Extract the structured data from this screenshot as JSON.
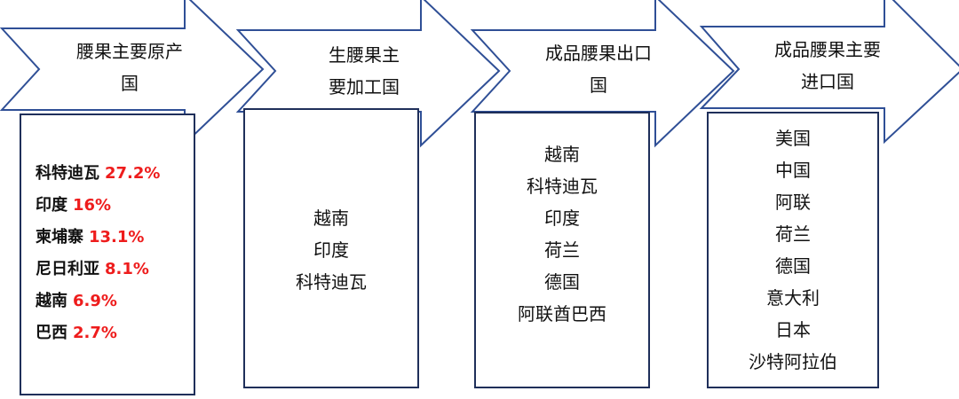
{
  "stages": [
    {
      "title": "腰果主要原产\n国"
    },
    {
      "title": "生腰果主\n要加工国"
    },
    {
      "title": "成品腰果出口\n国"
    },
    {
      "title": "成品腰果主要\n进口国"
    }
  ],
  "origin_countries": [
    {
      "name": "科特迪瓦",
      "share": "27.2%"
    },
    {
      "name": "印度",
      "share": "16%"
    },
    {
      "name": "柬埔寨",
      "share": "13.1%"
    },
    {
      "name": "尼日利亚",
      "share": "8.1%"
    },
    {
      "name": "越南",
      "share": "6.9%"
    },
    {
      "name": "巴西",
      "share": "2.7%"
    }
  ],
  "processing_countries": [
    "越南",
    "印度",
    "科特迪瓦"
  ],
  "export_countries": [
    "越南",
    "科特迪瓦",
    "印度",
    "荷兰",
    "德国",
    "阿联酋巴西"
  ],
  "import_countries": [
    "美国",
    "中国",
    "阿联",
    "荷兰",
    "德国",
    "意大利",
    "日本",
    "沙特阿拉伯"
  ],
  "colors": {
    "arrow_stroke": "#2f4f96",
    "box_border": "#1f2f5a",
    "percent": "#ee1c1c"
  }
}
